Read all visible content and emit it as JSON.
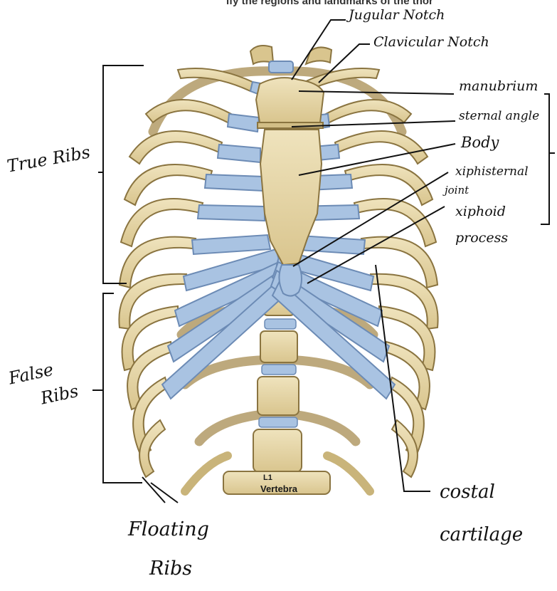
{
  "header_fragment": "ify the regions and landmarks of the thor",
  "labels": {
    "jugular_notch": "Jugular Notch",
    "clavicular_notch": "Clavicular Notch",
    "manubrium": "manubrium",
    "sternal_angle": "sternal angle",
    "body": "Body",
    "xiphisternal_joint_line1": "xiphisternal",
    "xiphisternal_joint_line2": "joint",
    "xiphoid_process_line1": "xiphoid",
    "xiphoid_process_line2": "process",
    "true_ribs": "True Ribs",
    "false_ribs_line1": "False",
    "false_ribs_line2": "Ribs",
    "floating_ribs_line1": "Floating",
    "floating_ribs_line2": "Ribs",
    "costal_cartilage_line1": "costal",
    "costal_cartilage_line2": "cartilage",
    "vertebra_number": "L1",
    "vertebra": "Vertebra"
  },
  "colors": {
    "bone": "#e6d7a8",
    "bone_outline": "#8a7440",
    "cartilage": "#a9c3e2",
    "cartilage_outline": "#6c8bb5",
    "ink": "#111111"
  }
}
